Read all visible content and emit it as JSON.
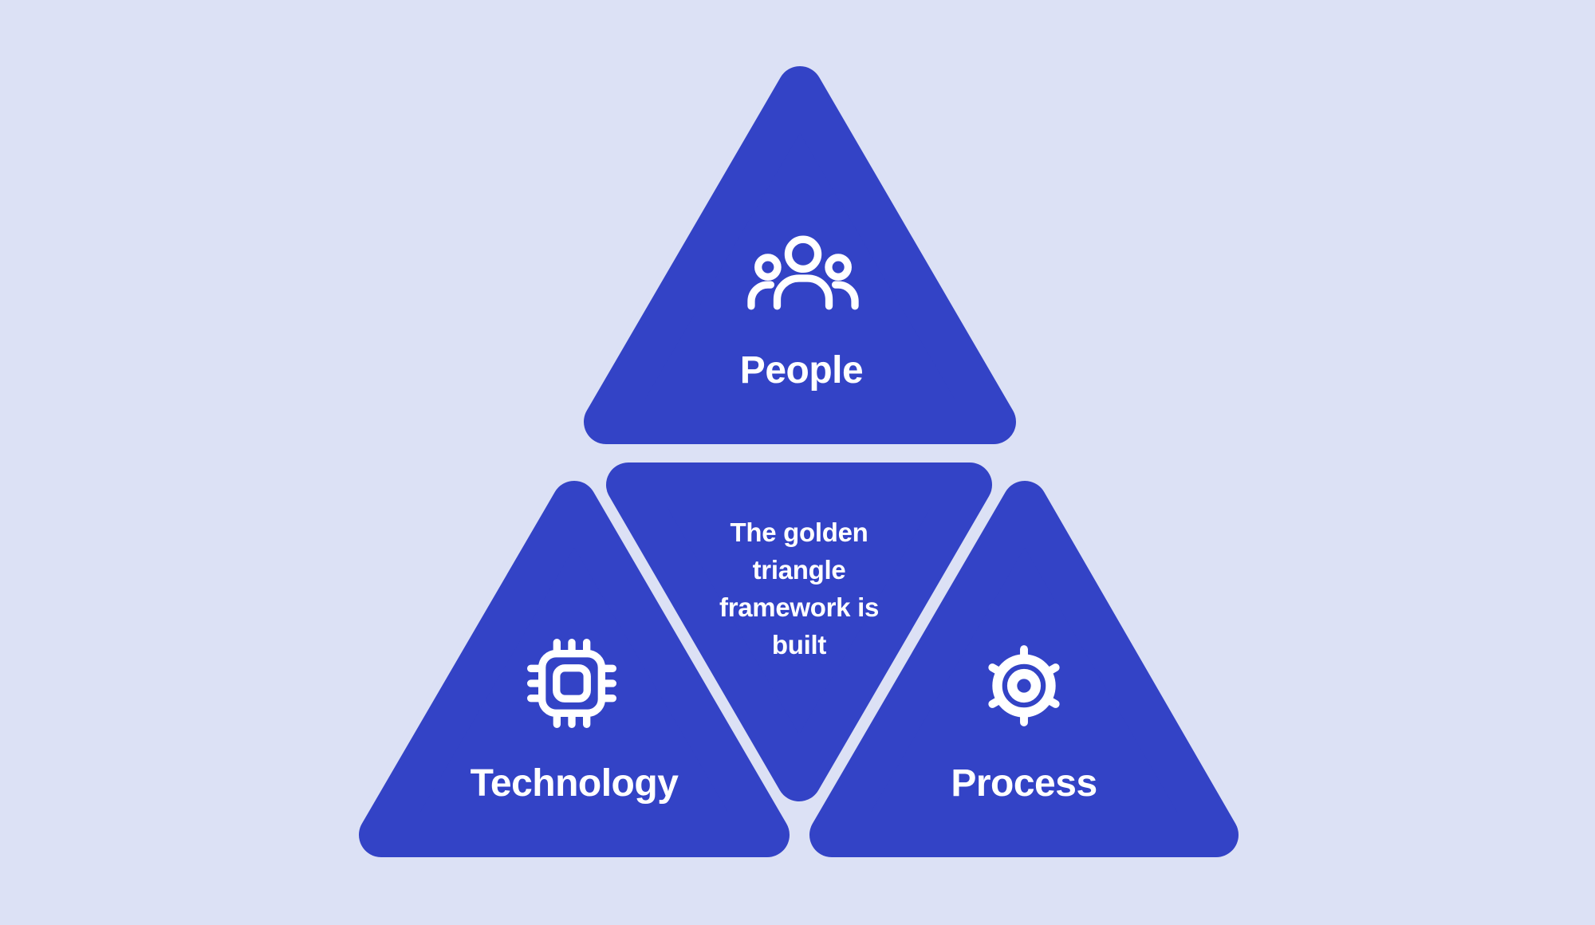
{
  "colors": {
    "background": "#dce1f5",
    "triangle": "#3343c6",
    "text": "#ffffff",
    "icon": "#ffffff"
  },
  "center": {
    "lines": [
      "The golden",
      "triangle",
      "framework is",
      "built"
    ]
  },
  "nodes": [
    {
      "label": "People",
      "icon": "people-group-icon",
      "position": "top"
    },
    {
      "label": "Technology",
      "icon": "cpu-chip-icon",
      "position": "bottom-left"
    },
    {
      "label": "Process",
      "icon": "gear-icon",
      "position": "bottom-right"
    }
  ]
}
